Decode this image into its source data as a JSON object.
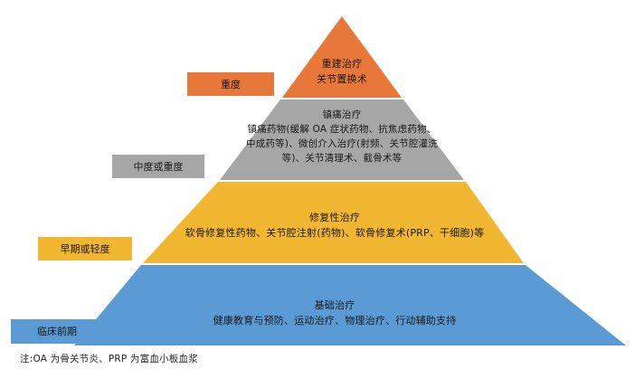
{
  "layers": [
    {
      "key": "top",
      "title": "重建治疗",
      "lines": [
        "关节置换术"
      ],
      "color": "#e8773a"
    },
    {
      "key": "pain",
      "title": "镇痛治疗",
      "lines": [
        "镇痛药物(缓解 OA 症状药物、抗焦虑药物、",
        "中成药等)、微创介入治疗(射频、关节腔灌洗",
        "等)、关节清理术、截骨术等"
      ],
      "color": "#a6a6a6"
    },
    {
      "key": "repair",
      "title": "修复性治疗",
      "lines": [
        "软骨修复性药物、关节腔注射(药物)、软骨修复术(PRP、干细胞)等"
      ],
      "color": "#f2b731"
    },
    {
      "key": "base",
      "title": "基础治疗",
      "lines": [
        "健康教育与预防、运动治疗、物理治疗、行动辅助支持"
      ],
      "color": "#5a9bd5"
    }
  ],
  "stages": {
    "severe": {
      "label": "重度",
      "color": "#e8773a"
    },
    "moderate": {
      "label": "中度或重度",
      "color": "#a6a6a6"
    },
    "early": {
      "label": "早期或轻度",
      "color": "#f2b731"
    },
    "preclinical": {
      "label": "临床前期",
      "color": "#5a9bd5"
    }
  },
  "footnote": "注:OA 为骨关节炎、PRP 为富血小板血浆"
}
